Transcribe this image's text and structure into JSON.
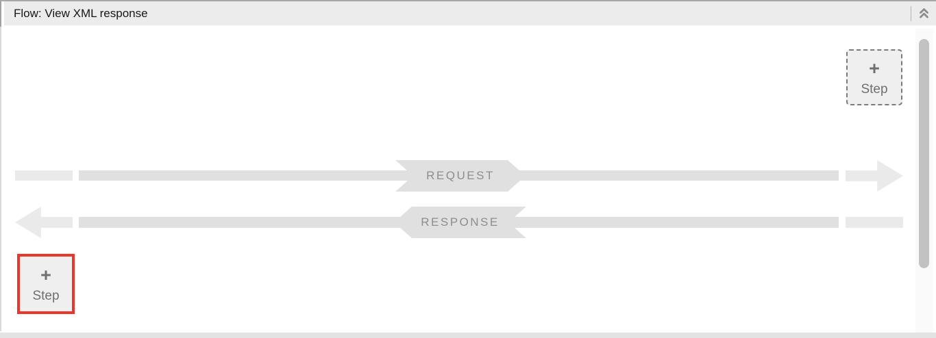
{
  "header": {
    "title": "Flow: View XML response",
    "collapse_icon": "chevron-double-up"
  },
  "flow": {
    "request_label": "REQUEST",
    "response_label": "RESPONSE",
    "step_top": {
      "plus": "+",
      "label": "Step"
    },
    "step_bottom": {
      "plus": "+",
      "label": "Step",
      "highlighted": true
    }
  },
  "colors": {
    "frame_border": "#a9a9a9",
    "header_bg": "#ececec",
    "header_text": "#161616",
    "divider": "#b2b2b2",
    "icon_gray": "#8c8c8c",
    "bar_gray": "#e0e0e0",
    "light_gray": "#eaeaea",
    "label_gray": "#8d8d8d",
    "step_bg": "#efefef",
    "step_border": "#7a7a7a",
    "step_text": "#6f6f6f",
    "highlight_red": "#e8382d",
    "scroll_track": "#fafafa",
    "scroll_thumb": "#c2c2c2",
    "bottom_strip": "#e3e3e3",
    "canvas_bg": "#ffffff"
  }
}
